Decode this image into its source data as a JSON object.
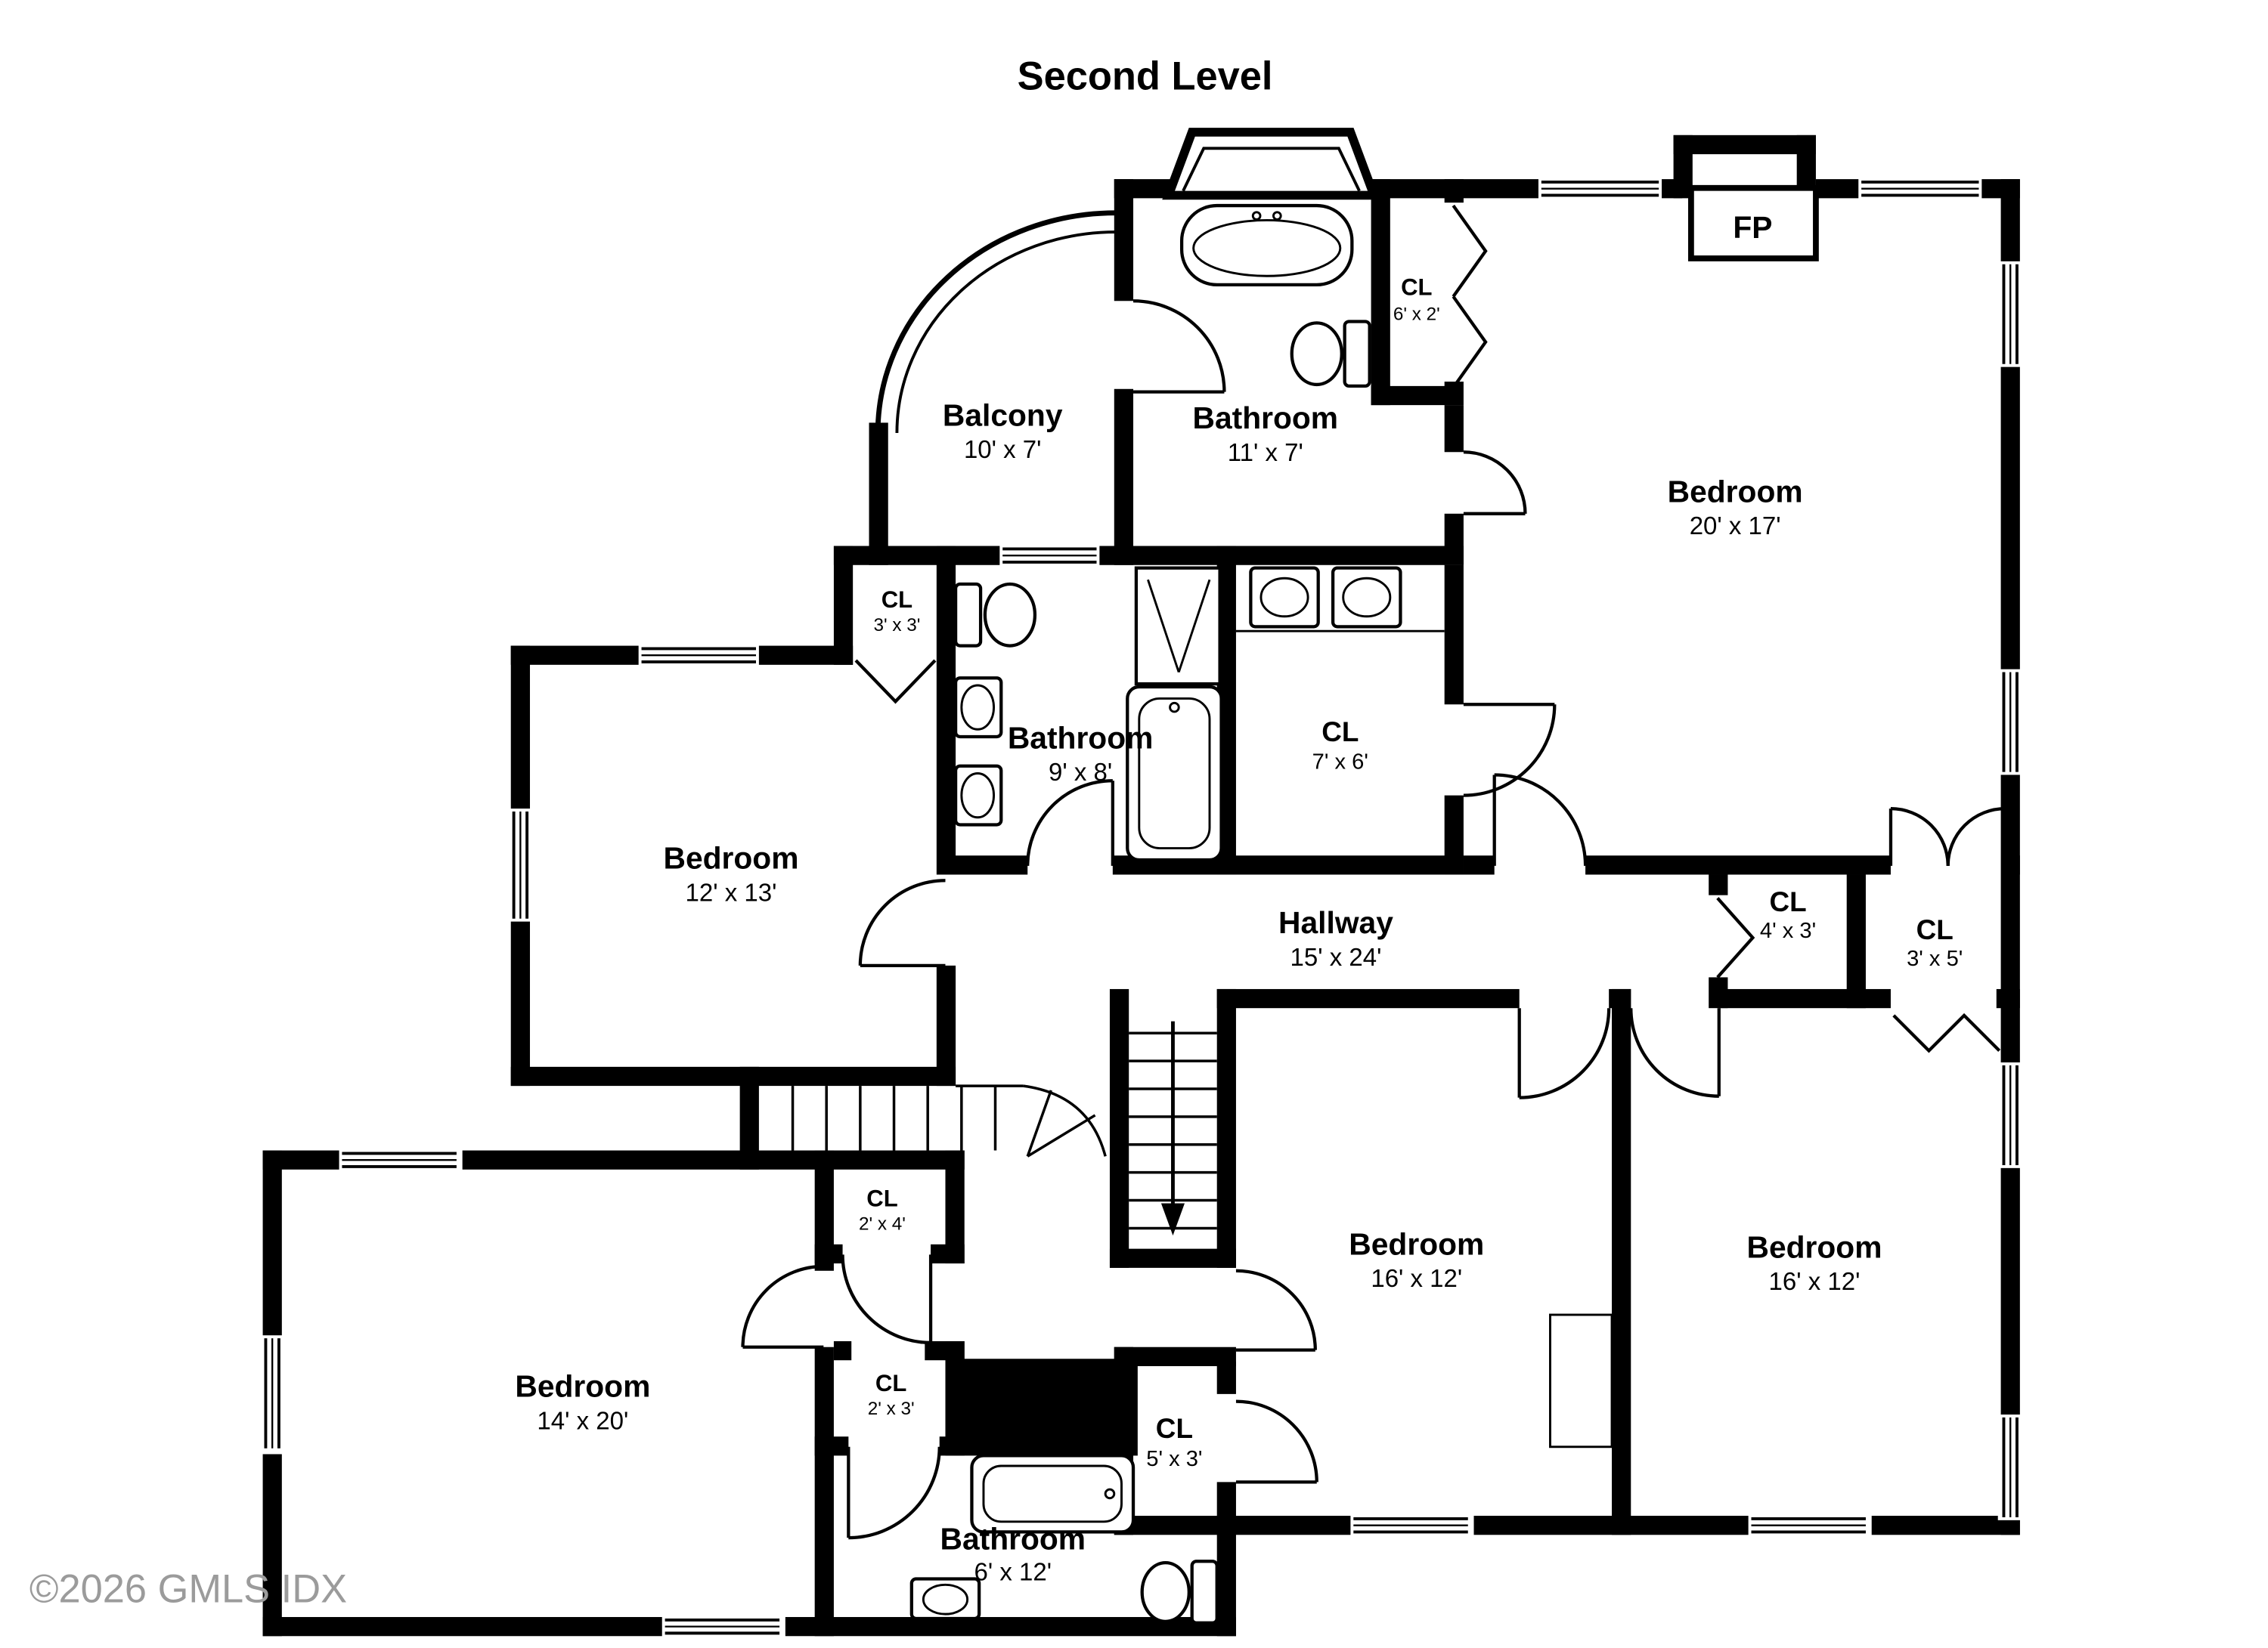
{
  "title": "Second Level",
  "watermark": "©2026 GMLS IDX",
  "fireplace_label": "FP",
  "colors": {
    "wall": "#000000",
    "background": "#ffffff",
    "watermark_text": "#9b9b9b",
    "label_text": "#000000"
  },
  "rooms": [
    {
      "id": "balcony",
      "name": "Balcony",
      "dims": "10' x 7'"
    },
    {
      "id": "bathroom-master",
      "name": "Bathroom",
      "dims": "11' x 7'"
    },
    {
      "id": "cl-6x2",
      "name": "CL",
      "dims": "6' x 2'"
    },
    {
      "id": "bedroom-master",
      "name": "Bedroom",
      "dims": "20' x 17'"
    },
    {
      "id": "cl-3x3",
      "name": "CL",
      "dims": "3' x 3'"
    },
    {
      "id": "bathroom-center",
      "name": "Bathroom",
      "dims": "9' x 8'"
    },
    {
      "id": "cl-7x6",
      "name": "CL",
      "dims": "7' x 6'"
    },
    {
      "id": "bedroom-12x13",
      "name": "Bedroom",
      "dims": "12' x 13'"
    },
    {
      "id": "hallway",
      "name": "Hallway",
      "dims": "15' x 24'"
    },
    {
      "id": "cl-4x3",
      "name": "CL",
      "dims": "4' x 3'"
    },
    {
      "id": "cl-3x5",
      "name": "CL",
      "dims": "3' x 5'"
    },
    {
      "id": "cl-2x4",
      "name": "CL",
      "dims": "2' x 4'"
    },
    {
      "id": "bedroom-14x20",
      "name": "Bedroom",
      "dims": "14' x 20'"
    },
    {
      "id": "bedroom-16x12-a",
      "name": "Bedroom",
      "dims": "16' x 12'"
    },
    {
      "id": "bedroom-16x12-b",
      "name": "Bedroom",
      "dims": "16' x 12'"
    },
    {
      "id": "cl-2x3",
      "name": "CL",
      "dims": "2' x 3'"
    },
    {
      "id": "cl-5x3",
      "name": "CL",
      "dims": "5' x 3'"
    },
    {
      "id": "bathroom-6x12",
      "name": "Bathroom",
      "dims": "6' x 12'"
    }
  ]
}
